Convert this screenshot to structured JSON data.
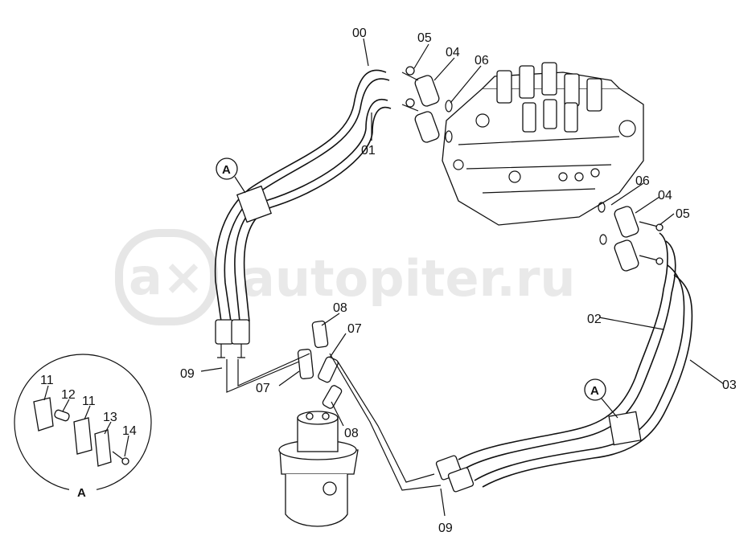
{
  "watermark": {
    "text": "autopiter.ru",
    "logo_text": "a×"
  },
  "callouts": {
    "c00": "00",
    "c01": "01",
    "c02": "02",
    "c03": "03",
    "c04a": "04",
    "c04b": "04",
    "c05a": "05",
    "c05b": "05",
    "c06a": "06",
    "c06b": "06",
    "c07a": "07",
    "c07b": "07",
    "c08a": "08",
    "c08b": "08",
    "c09a": "09",
    "c09b": "09",
    "c11a": "11",
    "c11b": "11",
    "c12": "12",
    "c13": "13",
    "c14": "14"
  },
  "section_marks": {
    "ref_left": "A",
    "ref_right": "A",
    "detail_label": "A"
  }
}
